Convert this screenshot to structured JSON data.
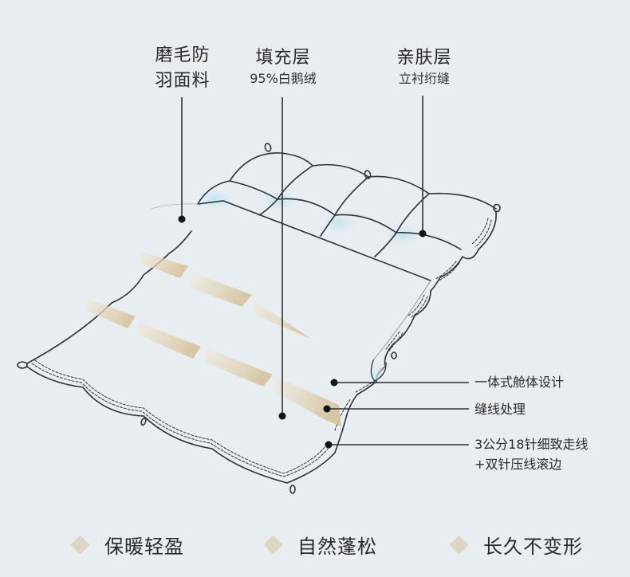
{
  "colors": {
    "background": "#e8edf1",
    "line": "#2e3236",
    "dot": "#141414",
    "fill_beige": "#d9c9a6",
    "accent_blue": "#cfe8f0",
    "diamond": "#ded4c1"
  },
  "top_labels": [
    {
      "id": "fabric",
      "lines": [
        "磨毛防",
        "羽面料"
      ]
    },
    {
      "id": "filling",
      "title": "填充层",
      "subtitle": "95%白鹅绒"
    },
    {
      "id": "skin",
      "title": "亲肤层",
      "subtitle": "立衬绗缝"
    }
  ],
  "right_callouts": [
    {
      "id": "body-design",
      "lines": [
        "一体式舱体设计"
      ]
    },
    {
      "id": "seam",
      "lines": [
        "缝线处理"
      ]
    },
    {
      "id": "stitch",
      "lines": [
        "3公分18针细致走线",
        "+双针压线滚边"
      ]
    }
  ],
  "features": [
    {
      "icon": "diamond-icon",
      "label": "保暖轻盈"
    },
    {
      "icon": "diamond-icon",
      "label": "自然蓬松"
    },
    {
      "icon": "diamond-icon",
      "label": "长久不变形"
    }
  ]
}
